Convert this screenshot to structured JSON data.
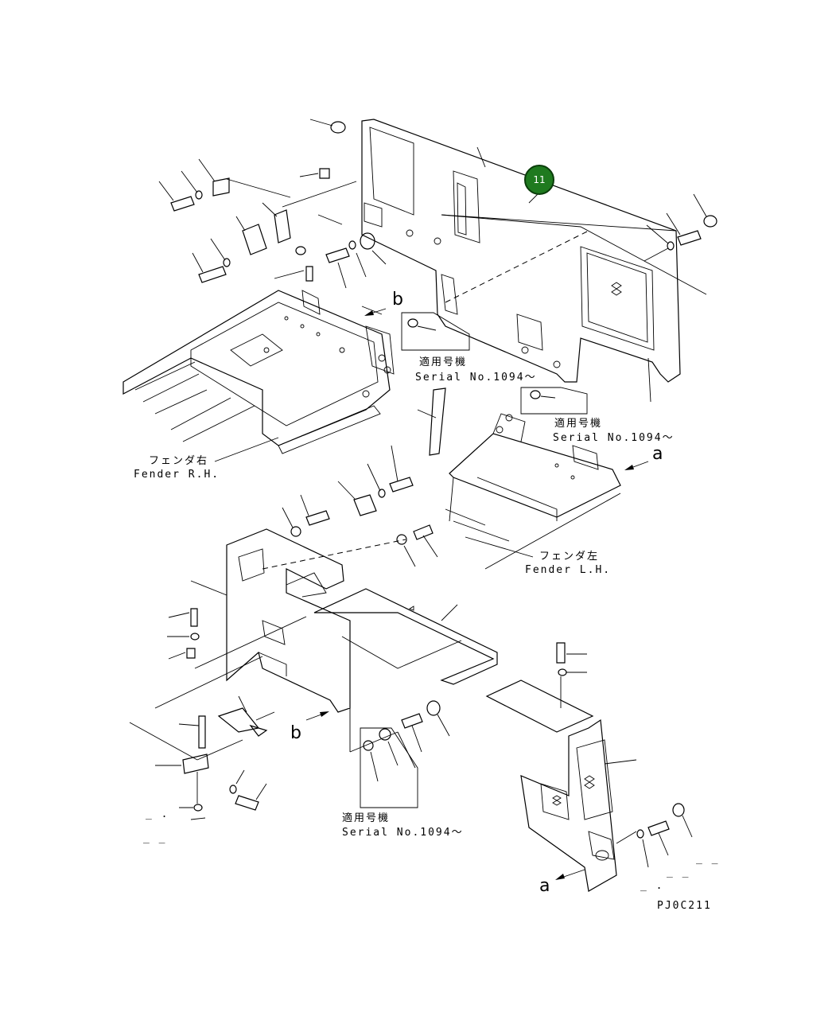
{
  "diagram": {
    "callout_badge": {
      "number": "11",
      "color": "#1f7a1f"
    },
    "labels": {
      "serial_top_jp": "適用号機",
      "serial_top_en": "Serial No.1094～",
      "serial_mid_jp": "適用号機",
      "serial_mid_en": "Serial No.1094～",
      "serial_bottom_jp": "適用号機",
      "serial_bottom_en": "Serial No.1094～",
      "fender_rh_jp": "フェンダ右",
      "fender_rh_en": "Fender R.H.",
      "fender_lh_jp": "フェンダ左",
      "fender_lh_en": "Fender L.H.",
      "ref_b_top": "b",
      "ref_b_bottom": "b",
      "ref_a_right": "a",
      "ref_a_bottom": "a",
      "drawing_code": "PJ0C211"
    }
  }
}
